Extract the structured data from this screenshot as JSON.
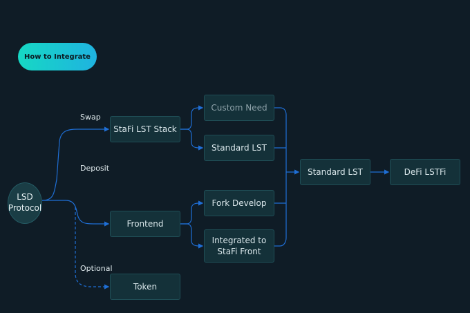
{
  "header": {
    "title": "How to Integrate"
  },
  "nodes": {
    "lsd_protocol": "LSD\nProtocol",
    "stafi_stack": "StaFi LST Stack",
    "frontend": "Frontend",
    "token": "Token",
    "custom_need": "Custom Need",
    "standard_lst_top": "Standard LST",
    "fork_develop": "Fork Develop",
    "integrated": "Integrated to\nStaFi Front",
    "standard_lst_mid": "Standard LST",
    "defi_lstfi": "DeFi LSTFi"
  },
  "edges": {
    "swap": "Swap",
    "deposit": "Deposit",
    "optional": "Optional"
  },
  "colors": {
    "background": "#0f1c26",
    "wire": "#1f6fd6",
    "node_fill": "#143139",
    "node_border": "#1f4e56",
    "pill_start": "#16d8c4",
    "pill_end": "#1fb3e0"
  }
}
